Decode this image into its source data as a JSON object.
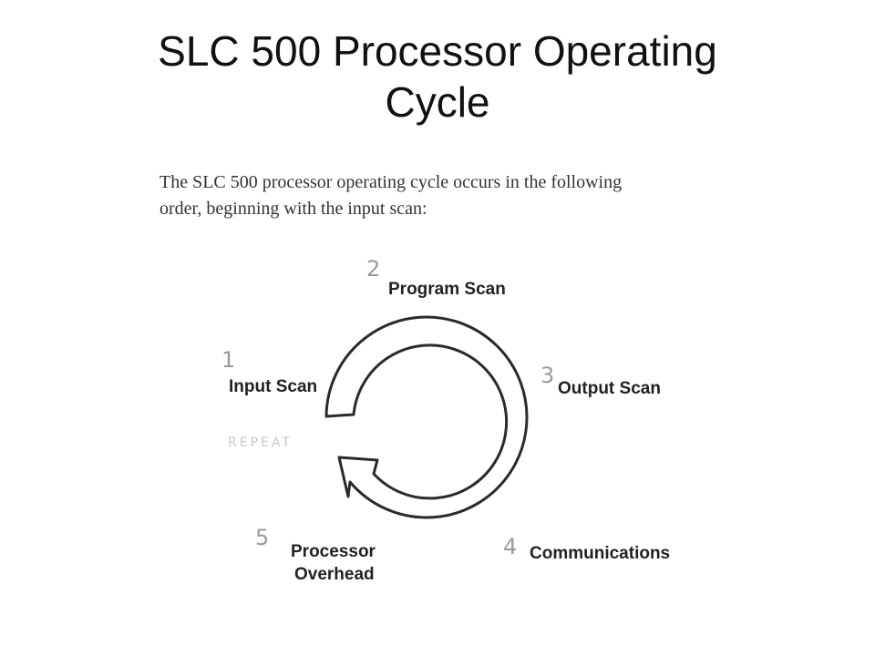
{
  "title": {
    "line1": "SLC 500 Processor Operating",
    "line2": "Cycle"
  },
  "intro": {
    "line1": "The SLC 500 processor operating cycle occurs in the following",
    "line2": "order, beginning with the input scan:"
  },
  "cycle": {
    "stages": [
      {
        "number": "1",
        "label": "Input Scan"
      },
      {
        "number": "2",
        "label": "Program Scan"
      },
      {
        "number": "3",
        "label": "Output Scan"
      },
      {
        "number": "4",
        "label": "Communications"
      },
      {
        "number": "5",
        "label_line1": "Processor",
        "label_line2": "Overhead"
      }
    ],
    "handwritten_note": "REPEAT",
    "arrow_icon": "cycle-arrow-icon"
  }
}
